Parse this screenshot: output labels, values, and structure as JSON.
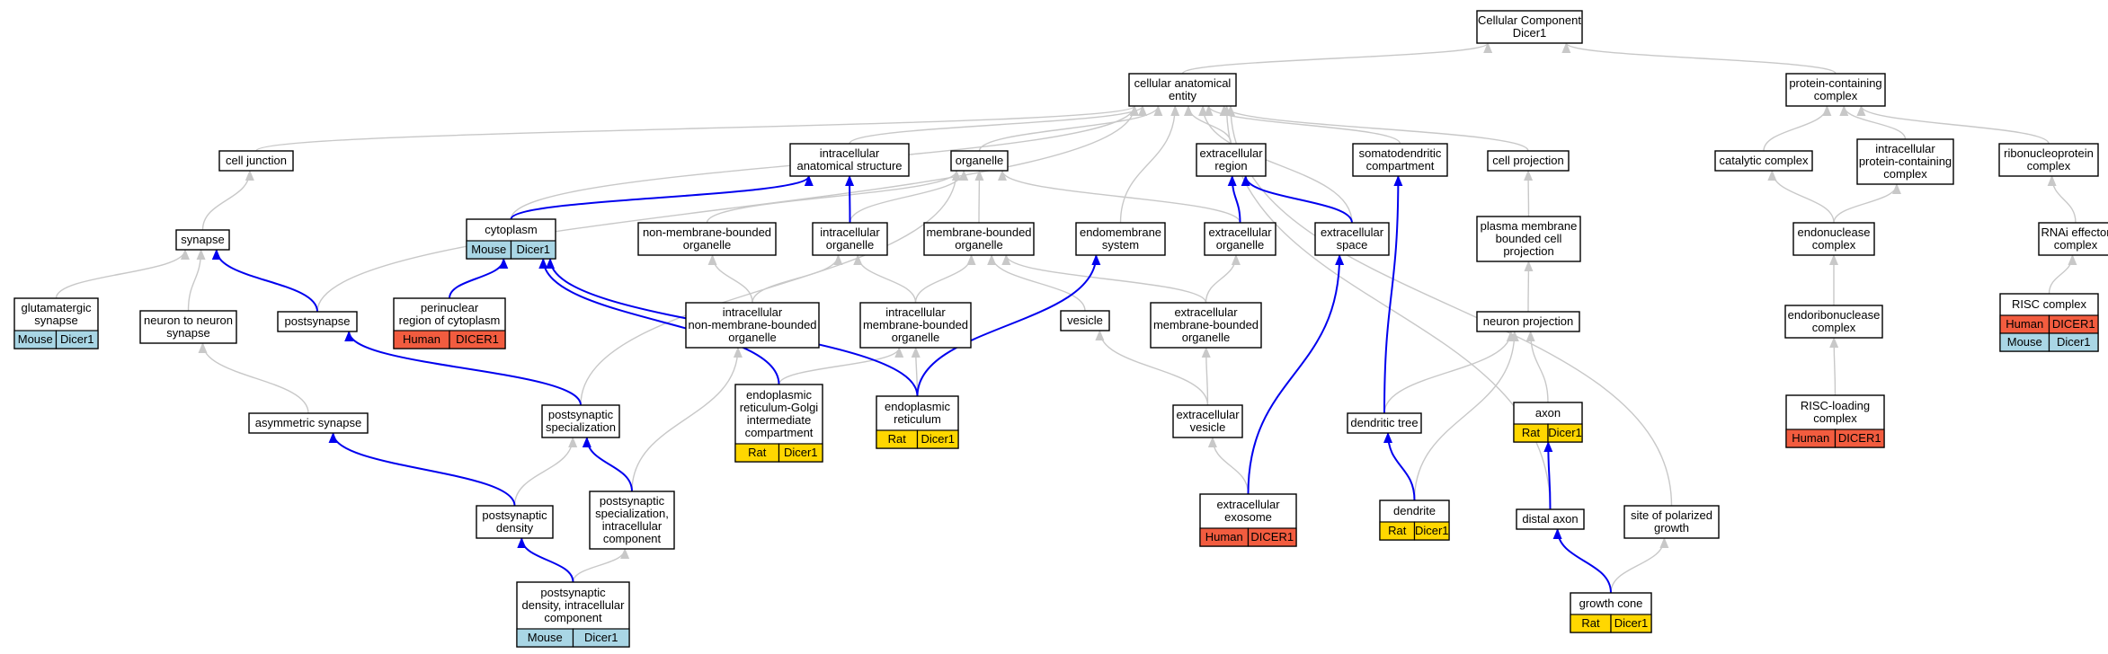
{
  "colors": {
    "Human": "#f25c3f",
    "Rat": "#ffd700",
    "Mouse": "#a9d6e5",
    "edge_gray": "#c8c8c8",
    "edge_blue": "#0000ee"
  },
  "nodes": [
    {
      "id": "root",
      "lines": [
        "Cellular Component",
        "Dicer1"
      ]
    },
    {
      "id": "cae",
      "lines": [
        "cellular anatomical",
        "entity"
      ]
    },
    {
      "id": "pcc",
      "lines": [
        "protein-containing",
        "complex"
      ]
    },
    {
      "id": "celljunc",
      "lines": [
        "cell junction"
      ]
    },
    {
      "id": "ias",
      "lines": [
        "intracellular",
        "anatomical structure"
      ]
    },
    {
      "id": "organelle",
      "lines": [
        "organelle"
      ]
    },
    {
      "id": "exreg",
      "lines": [
        "extracellular",
        "region"
      ]
    },
    {
      "id": "somato",
      "lines": [
        "somatodendritic",
        "compartment"
      ]
    },
    {
      "id": "cellproj",
      "lines": [
        "cell projection"
      ]
    },
    {
      "id": "catalytic",
      "lines": [
        "catalytic complex"
      ]
    },
    {
      "id": "ipcc",
      "lines": [
        "intracellular",
        "protein-containing",
        "complex"
      ]
    },
    {
      "id": "rnp",
      "lines": [
        "ribonucleoprotein",
        "complex"
      ]
    },
    {
      "id": "synapse",
      "lines": [
        "synapse"
      ]
    },
    {
      "id": "cytoplasm",
      "lines": [
        "cytoplasm"
      ],
      "badges": [
        {
          "species": "Mouse",
          "gene": "Dicer1"
        }
      ]
    },
    {
      "id": "nonmem",
      "lines": [
        "non-membrane-bounded",
        "organelle"
      ]
    },
    {
      "id": "intraorg",
      "lines": [
        "intracellular",
        "organelle"
      ]
    },
    {
      "id": "membound",
      "lines": [
        "membrane-bounded",
        "organelle"
      ]
    },
    {
      "id": "endomem",
      "lines": [
        "endomembrane",
        "system"
      ]
    },
    {
      "id": "exorg",
      "lines": [
        "extracellular",
        "organelle"
      ]
    },
    {
      "id": "exspace",
      "lines": [
        "extracellular",
        "space"
      ]
    },
    {
      "id": "pmbcp",
      "lines": [
        "plasma membrane",
        "bounded cell",
        "projection"
      ]
    },
    {
      "id": "endonuc",
      "lines": [
        "endonuclease",
        "complex"
      ]
    },
    {
      "id": "rnai",
      "lines": [
        "RNAi effector",
        "complex"
      ]
    },
    {
      "id": "glut",
      "lines": [
        "glutamatergic",
        "synapse"
      ],
      "badges": [
        {
          "species": "Mouse",
          "gene": "Dicer1"
        }
      ]
    },
    {
      "id": "n2n",
      "lines": [
        "neuron to neuron",
        "synapse"
      ]
    },
    {
      "id": "postsynapse",
      "lines": [
        "postsynapse"
      ]
    },
    {
      "id": "perinuc",
      "lines": [
        "perinuclear",
        "region of cytoplasm"
      ],
      "badges": [
        {
          "species": "Human",
          "gene": "DICER1"
        }
      ]
    },
    {
      "id": "inmbo",
      "lines": [
        "intracellular",
        "non-membrane-bounded",
        "organelle"
      ]
    },
    {
      "id": "imbo",
      "lines": [
        "intracellular",
        "membrane-bounded",
        "organelle"
      ]
    },
    {
      "id": "vesicle",
      "lines": [
        "vesicle"
      ]
    },
    {
      "id": "exmbo",
      "lines": [
        "extracellular",
        "membrane-bounded",
        "organelle"
      ]
    },
    {
      "id": "neuronproj",
      "lines": [
        "neuron projection"
      ]
    },
    {
      "id": "endoribo",
      "lines": [
        "endoribonuclease",
        "complex"
      ]
    },
    {
      "id": "risc",
      "lines": [
        "RISC complex"
      ],
      "badges": [
        {
          "species": "Human",
          "gene": "DICER1"
        },
        {
          "species": "Mouse",
          "gene": "Dicer1"
        }
      ]
    },
    {
      "id": "asym",
      "lines": [
        "asymmetric synapse"
      ]
    },
    {
      "id": "pss",
      "lines": [
        "postsynaptic",
        "specialization"
      ]
    },
    {
      "id": "ergic",
      "lines": [
        "endoplasmic",
        "reticulum-Golgi",
        "intermediate",
        "compartment"
      ],
      "badges": [
        {
          "species": "Rat",
          "gene": "Dicer1"
        }
      ]
    },
    {
      "id": "er",
      "lines": [
        "endoplasmic",
        "reticulum"
      ],
      "badges": [
        {
          "species": "Rat",
          "gene": "Dicer1"
        }
      ]
    },
    {
      "id": "exves",
      "lines": [
        "extracellular",
        "vesicle"
      ]
    },
    {
      "id": "dentree",
      "lines": [
        "dendritic tree"
      ]
    },
    {
      "id": "axon",
      "lines": [
        "axon"
      ],
      "badges": [
        {
          "species": "Rat",
          "gene": "Dicer1"
        }
      ]
    },
    {
      "id": "riscload",
      "lines": [
        "RISC-loading",
        "complex"
      ],
      "badges": [
        {
          "species": "Human",
          "gene": "DICER1"
        }
      ]
    },
    {
      "id": "psd",
      "lines": [
        "postsynaptic",
        "density"
      ]
    },
    {
      "id": "pssic",
      "lines": [
        "postsynaptic",
        "specialization,",
        "intracellular",
        "component"
      ]
    },
    {
      "id": "exosome",
      "lines": [
        "extracellular",
        "exosome"
      ],
      "badges": [
        {
          "species": "Human",
          "gene": "DICER1"
        }
      ]
    },
    {
      "id": "dendrite",
      "lines": [
        "dendrite"
      ],
      "badges": [
        {
          "species": "Rat",
          "gene": "Dicer1"
        }
      ]
    },
    {
      "id": "distalaxon",
      "lines": [
        "distal axon"
      ]
    },
    {
      "id": "spg",
      "lines": [
        "site of polarized",
        "growth"
      ]
    },
    {
      "id": "psdic",
      "lines": [
        "postsynaptic",
        "density, intracellular",
        "component"
      ],
      "badges": [
        {
          "species": "Mouse",
          "gene": "Dicer1"
        }
      ]
    },
    {
      "id": "growthcone",
      "lines": [
        "growth cone"
      ],
      "badges": [
        {
          "species": "Rat",
          "gene": "Dicer1"
        }
      ]
    }
  ],
  "edges": [
    {
      "from": "cae",
      "to": "root",
      "kind": "is_a"
    },
    {
      "from": "pcc",
      "to": "root",
      "kind": "is_a"
    },
    {
      "from": "celljunc",
      "to": "cae",
      "kind": "is_a"
    },
    {
      "from": "ias",
      "to": "cae",
      "kind": "is_a"
    },
    {
      "from": "organelle",
      "to": "cae",
      "kind": "is_a"
    },
    {
      "from": "exreg",
      "to": "cae",
      "kind": "is_a"
    },
    {
      "from": "somato",
      "to": "cae",
      "kind": "is_a"
    },
    {
      "from": "cellproj",
      "to": "cae",
      "kind": "is_a"
    },
    {
      "from": "cytoplasm",
      "to": "cae",
      "kind": "is_a"
    },
    {
      "from": "endomem",
      "to": "cae",
      "kind": "is_a"
    },
    {
      "from": "exspace",
      "to": "cae",
      "kind": "is_a"
    },
    {
      "from": "postsynapse",
      "to": "cae",
      "kind": "is_a"
    },
    {
      "from": "distalaxon",
      "to": "cae",
      "kind": "is_a"
    },
    {
      "from": "spg",
      "to": "cae",
      "kind": "is_a"
    },
    {
      "from": "catalytic",
      "to": "pcc",
      "kind": "is_a"
    },
    {
      "from": "ipcc",
      "to": "pcc",
      "kind": "is_a"
    },
    {
      "from": "rnp",
      "to": "pcc",
      "kind": "is_a"
    },
    {
      "from": "synapse",
      "to": "celljunc",
      "kind": "is_a"
    },
    {
      "from": "nonmem",
      "to": "organelle",
      "kind": "is_a"
    },
    {
      "from": "intraorg",
      "to": "organelle",
      "kind": "is_a"
    },
    {
      "from": "membound",
      "to": "organelle",
      "kind": "is_a"
    },
    {
      "from": "exorg",
      "to": "organelle",
      "kind": "is_a"
    },
    {
      "from": "pss",
      "to": "organelle",
      "kind": "is_a"
    },
    {
      "from": "pmbcp",
      "to": "cellproj",
      "kind": "is_a"
    },
    {
      "from": "endonuc",
      "to": "catalytic",
      "kind": "is_a"
    },
    {
      "from": "endonuc",
      "to": "ipcc",
      "kind": "is_a"
    },
    {
      "from": "rnai",
      "to": "rnp",
      "kind": "is_a"
    },
    {
      "from": "glut",
      "to": "synapse",
      "kind": "is_a"
    },
    {
      "from": "n2n",
      "to": "synapse",
      "kind": "is_a"
    },
    {
      "from": "inmbo",
      "to": "nonmem",
      "kind": "is_a"
    },
    {
      "from": "inmbo",
      "to": "intraorg",
      "kind": "is_a"
    },
    {
      "from": "imbo",
      "to": "intraorg",
      "kind": "is_a"
    },
    {
      "from": "imbo",
      "to": "membound",
      "kind": "is_a"
    },
    {
      "from": "vesicle",
      "to": "membound",
      "kind": "is_a"
    },
    {
      "from": "exmbo",
      "to": "membound",
      "kind": "is_a"
    },
    {
      "from": "exmbo",
      "to": "exorg",
      "kind": "is_a"
    },
    {
      "from": "neuronproj",
      "to": "pmbcp",
      "kind": "is_a"
    },
    {
      "from": "endoribo",
      "to": "endonuc",
      "kind": "is_a"
    },
    {
      "from": "risc",
      "to": "rnai",
      "kind": "is_a"
    },
    {
      "from": "asym",
      "to": "n2n",
      "kind": "is_a"
    },
    {
      "from": "ergic",
      "to": "imbo",
      "kind": "is_a"
    },
    {
      "from": "er",
      "to": "imbo",
      "kind": "is_a"
    },
    {
      "from": "exves",
      "to": "vesicle",
      "kind": "is_a"
    },
    {
      "from": "exves",
      "to": "exmbo",
      "kind": "is_a"
    },
    {
      "from": "dentree",
      "to": "neuronproj",
      "kind": "is_a"
    },
    {
      "from": "axon",
      "to": "neuronproj",
      "kind": "is_a"
    },
    {
      "from": "riscload",
      "to": "endoribo",
      "kind": "is_a"
    },
    {
      "from": "psd",
      "to": "pss",
      "kind": "is_a"
    },
    {
      "from": "pssic",
      "to": "inmbo",
      "kind": "is_a"
    },
    {
      "from": "exosome",
      "to": "exves",
      "kind": "is_a"
    },
    {
      "from": "dendrite",
      "to": "neuronproj",
      "kind": "is_a"
    },
    {
      "from": "psdic",
      "to": "pssic",
      "kind": "is_a"
    },
    {
      "from": "growthcone",
      "to": "spg",
      "kind": "is_a"
    },
    {
      "from": "cytoplasm",
      "to": "ias",
      "kind": "part_of"
    },
    {
      "from": "intraorg",
      "to": "ias",
      "kind": "part_of"
    },
    {
      "from": "exorg",
      "to": "exreg",
      "kind": "part_of"
    },
    {
      "from": "exspace",
      "to": "exreg",
      "kind": "part_of"
    },
    {
      "from": "postsynapse",
      "to": "synapse",
      "kind": "part_of"
    },
    {
      "from": "perinuc",
      "to": "cytoplasm",
      "kind": "part_of"
    },
    {
      "from": "ergic",
      "to": "cytoplasm",
      "kind": "part_of"
    },
    {
      "from": "er",
      "to": "cytoplasm",
      "kind": "part_of"
    },
    {
      "from": "er",
      "to": "endomem",
      "kind": "part_of"
    },
    {
      "from": "pss",
      "to": "postsynapse",
      "kind": "part_of"
    },
    {
      "from": "exosome",
      "to": "exspace",
      "kind": "part_of"
    },
    {
      "from": "dentree",
      "to": "somato",
      "kind": "part_of"
    },
    {
      "from": "psd",
      "to": "asym",
      "kind": "part_of"
    },
    {
      "from": "pssic",
      "to": "pss",
      "kind": "part_of"
    },
    {
      "from": "psdic",
      "to": "psd",
      "kind": "part_of"
    },
    {
      "from": "dendrite",
      "to": "dentree",
      "kind": "part_of"
    },
    {
      "from": "distalaxon",
      "to": "axon",
      "kind": "part_of"
    },
    {
      "from": "growthcone",
      "to": "distalaxon",
      "kind": "part_of"
    }
  ]
}
